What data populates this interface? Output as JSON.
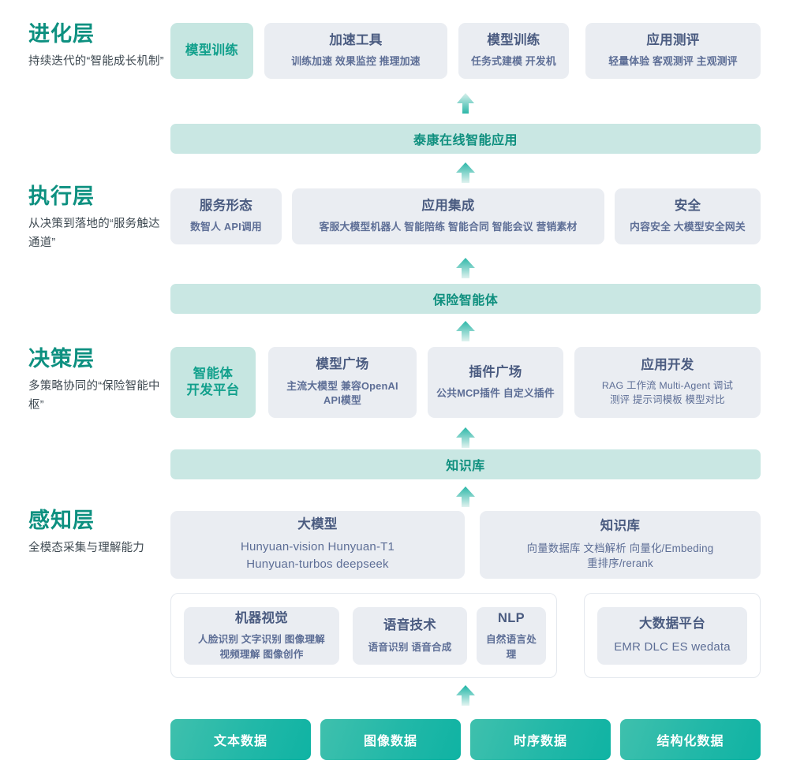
{
  "colors": {
    "accent_teal": "#0d9080",
    "box_grey": "#eaedf2",
    "box_teal": "#c6e6e1",
    "bar_teal": "#c9e7e3",
    "chip_gradient_start": "#3fc0ad",
    "chip_gradient_end": "#0fb3a3",
    "title_blue": "#4a5b80",
    "sub_blue": "#5d6e96"
  },
  "layers": [
    {
      "title": "进化层",
      "subtitle": "持续迭代的“智能成长机制”",
      "boxes": [
        {
          "title": "模型训练",
          "sub": ""
        },
        {
          "title": "加速工具",
          "sub": "训练加速 效果监控 推理加速"
        },
        {
          "title": "模型训练",
          "sub": "任务式建模 开发机"
        },
        {
          "title": "应用测评",
          "sub": "轻量体验 客观测评 主观测评"
        }
      ]
    },
    {
      "title": "执行层",
      "subtitle": "从决策到落地的“服务触达通道”",
      "boxes": [
        {
          "title": "服务形态",
          "sub": "数智人  API调用"
        },
        {
          "title": "应用集成",
          "sub": "客服大模型机器人 智能陪练 智能合同 智能会议 营销素材"
        },
        {
          "title": "安全",
          "sub": "内容安全 大模型安全网关"
        }
      ]
    },
    {
      "title": "决策层",
      "subtitle": "多策略协同的“保险智能中枢”",
      "boxes": [
        {
          "title": "智能体\n开发平台",
          "sub": ""
        },
        {
          "title": "模型广场",
          "sub": "主流大模型      兼容OpenAI\nAPI模型"
        },
        {
          "title": "插件广场",
          "sub": "公共MCP插件 自定义插件"
        },
        {
          "title": "应用开发",
          "sub": "RAG 工作流 Multi-Agent 调试\n测评 提示词模板 模型对比"
        }
      ]
    },
    {
      "title": "感知层",
      "subtitle": "全模态采集与理解能力",
      "boxes": [
        {
          "title": "大模型",
          "sub": "Hunyuan-vision Hunyuan-T1\nHunyuan-turbos deepseek"
        },
        {
          "title": "知识库",
          "sub": "向量数据库 文档解析 向量化/Embeding\n重排序/rerank"
        },
        {
          "title": "机器视觉",
          "sub": "人脸识别 文字识别 图像理解\n视频理解 图像创作"
        },
        {
          "title": "语音技术",
          "sub": "语音识别 语音合成"
        },
        {
          "title": "NLP",
          "sub": "自然语言处理"
        },
        {
          "title": "大数据平台",
          "sub": "EMR DLC ES wedata"
        }
      ]
    }
  ],
  "bars": [
    {
      "label": "泰康在线智能应用"
    },
    {
      "label": "保险智能体"
    },
    {
      "label": "知识库"
    }
  ],
  "arrows": [
    {
      "direction": "down"
    },
    {
      "direction": "up"
    },
    {
      "direction": "up"
    },
    {
      "direction": "up"
    },
    {
      "direction": "up"
    },
    {
      "direction": "up"
    }
  ],
  "data_chips": [
    {
      "label": "文本数据"
    },
    {
      "label": "图像数据"
    },
    {
      "label": "时序数据"
    },
    {
      "label": "结构化数据"
    }
  ]
}
